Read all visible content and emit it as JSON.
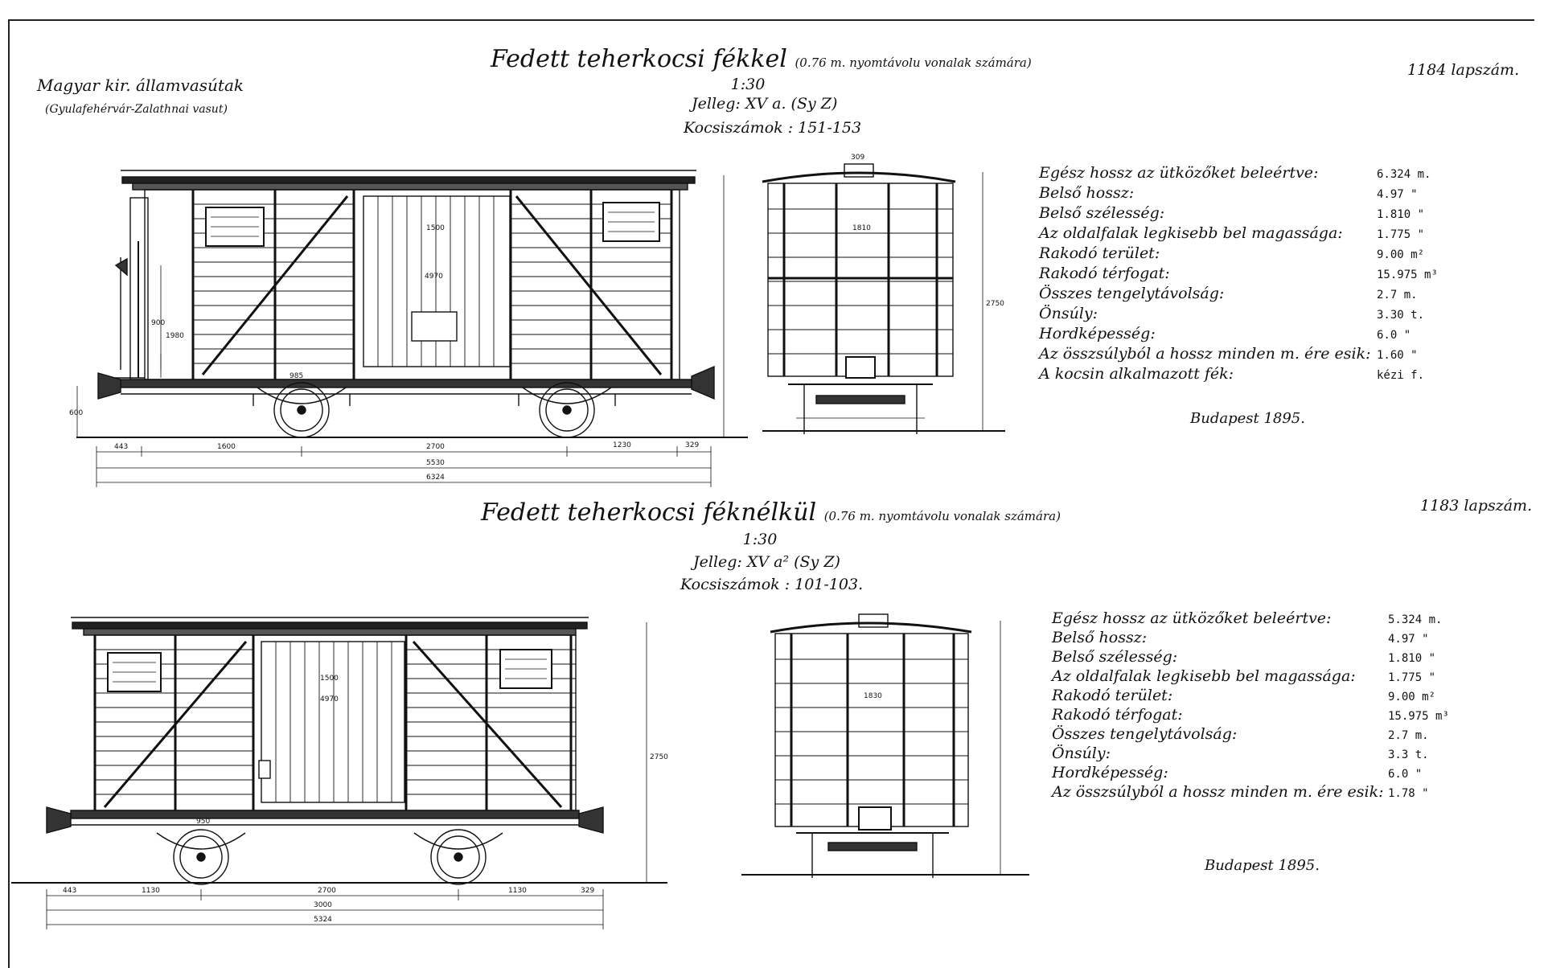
{
  "railway": {
    "name": "Magyar kir. államvasútak",
    "line": "(Gyulafehérvár-Zalathnai vasut)"
  },
  "top": {
    "title": "Fedett teherkocsi fékkel",
    "subtitle": "(0.76 m. nyomtávolu vonalak számára)",
    "scale": "1:30",
    "type_label": "Jelleg: XV a. (Sy Z)",
    "numbers": "Kocsiszámok : 151-153",
    "sheet": "1184 lapszám.",
    "city": "Budapest 1895.",
    "specs": [
      {
        "label": "Egész hossz az ütközőket beleértve:",
        "value": "6.324 m."
      },
      {
        "label": "Belső hossz:",
        "value": "4.97 \""
      },
      {
        "label": "Belső szélesség:",
        "value": "1.810 \""
      },
      {
        "label": "Az oldalfalak legkisebb bel magassága:",
        "value": "1.775 \""
      },
      {
        "label": "Rakodó terület:",
        "value": "9.00 m²"
      },
      {
        "label": "Rakodó térfogat:",
        "value": "15.975 m³"
      },
      {
        "label": "Összes tengelytávolság:",
        "value": "2.7 m."
      },
      {
        "label": "Önsúly:",
        "value": "3.30 t."
      },
      {
        "label": "Hordképesség:",
        "value": "6.0 \""
      },
      {
        "label": "Az összsúlyból a hossz minden m. ére esik:",
        "value": "1.60 \""
      },
      {
        "label": "A kocsin alkalmazott fék:",
        "value": "kézi f."
      }
    ],
    "dims": {
      "d1": "443",
      "d2": "1600",
      "d3": "2700",
      "d4": "1230",
      "d5": "329",
      "d6": "5530",
      "d7": "6324",
      "d8": "1500",
      "d9": "4970",
      "d10": "985",
      "d11": "600",
      "d12": "900",
      "d13": "1980",
      "d14": "309",
      "d15": "1810",
      "d16": "2750"
    }
  },
  "bottom": {
    "title": "Fedett teherkocsi féknélkül",
    "subtitle": "(0.76 m. nyomtávolu vonalak számára)",
    "scale": "1:30",
    "type_label": "Jelleg: XV a² (Sy Z)",
    "numbers": "Kocsiszámok : 101-103.",
    "sheet": "1183 lapszám.",
    "city": "Budapest 1895.",
    "specs": [
      {
        "label": "Egész hossz az ütközőket beleértve:",
        "value": "5.324 m."
      },
      {
        "label": "Belső hossz:",
        "value": "4.97 \""
      },
      {
        "label": "Belső szélesség:",
        "value": "1.810 \""
      },
      {
        "label": "Az oldalfalak legkisebb bel magassága:",
        "value": "1.775 \""
      },
      {
        "label": "Rakodó terület:",
        "value": "9.00 m²"
      },
      {
        "label": "Rakodó térfogat:",
        "value": "15.975 m³"
      },
      {
        "label": "Összes tengelytávolság:",
        "value": "2.7 m."
      },
      {
        "label": "Önsúly:",
        "value": "3.3 t."
      },
      {
        "label": "Hordképesség:",
        "value": "6.0 \""
      },
      {
        "label": "Az összsúlyból a hossz minden m. ére esik:",
        "value": "1.78 \""
      }
    ],
    "dims": {
      "d1": "443",
      "d2": "1130",
      "d3": "2700",
      "d4": "1130",
      "d5": "329",
      "d6": "3000",
      "d7": "5324",
      "d8": "4970",
      "d9": "1500",
      "d10": "950",
      "d11": "2750",
      "d12": "1830"
    }
  }
}
